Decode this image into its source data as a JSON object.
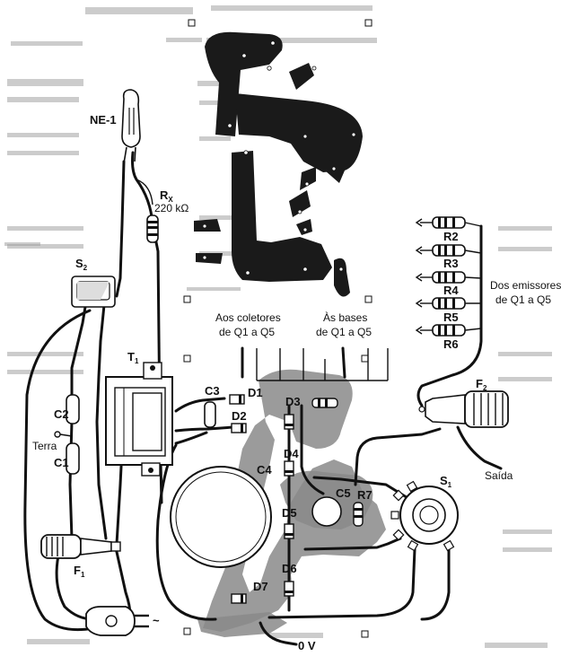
{
  "labels": {
    "ne1": "NE-1",
    "rx": "R",
    "rx_sub": "X",
    "rx_value": "220 kΩ",
    "s2": "S",
    "s2_sub": "2",
    "t1": "T",
    "t1_sub": "1",
    "c2": "C2",
    "c1": "C1",
    "c3": "C3",
    "c4": "C4",
    "c5": "C5",
    "terra": "Terra",
    "f1": "F",
    "f1_sub": "1",
    "f2": "F",
    "f2_sub": "2",
    "d1": "D1",
    "d2": "D2",
    "d3": "D3",
    "d4": "D4",
    "d5": "D5",
    "d6": "D6",
    "d7": "D7",
    "r7": "R7",
    "s1": "S",
    "s1_sub": "1",
    "r2": "R2",
    "r3": "R3",
    "r4": "R4",
    "r5": "R5",
    "r6": "R6",
    "emissores_l1": "Dos emissores",
    "emissores_l2": "de Q1 a Q5",
    "coletores_l1": "Aos coletores",
    "coletores_l2": "de Q1 a Q5",
    "bases_l1": "Às bases",
    "bases_l2": "de Q1 a Q5",
    "saida": "Saída",
    "zero_v": "0 V",
    "tilde": "~"
  }
}
